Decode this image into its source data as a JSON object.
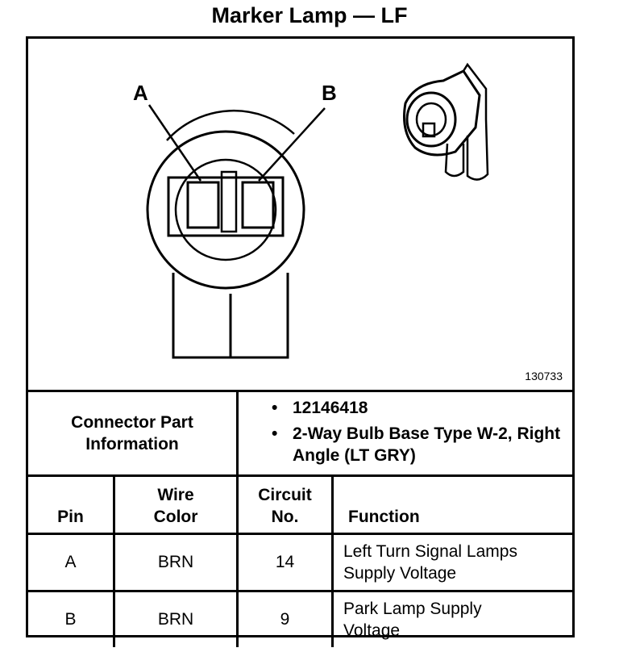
{
  "title": "Marker Lamp — LF",
  "figure": {
    "pin_labels": [
      "A",
      "B"
    ],
    "figure_number": "130733"
  },
  "connector_info": {
    "label": "Connector Part Information",
    "items": [
      "12146418",
      "2-Way Bulb Base Type W-2, Right Angle (LT GRY)"
    ],
    "bullet": "•"
  },
  "pin_table": {
    "headers": {
      "pin": "Pin",
      "wire_color": "Wire Color",
      "circuit": "Circuit No.",
      "function": "Function"
    },
    "rows": [
      {
        "pin": "A",
        "wire_color": "BRN",
        "circuit": "14",
        "function": "Left Turn Signal Lamps Supply Voltage"
      },
      {
        "pin": "B",
        "wire_color": "BRN",
        "circuit": "9",
        "function": "Park Lamp Supply Voltage"
      }
    ]
  }
}
